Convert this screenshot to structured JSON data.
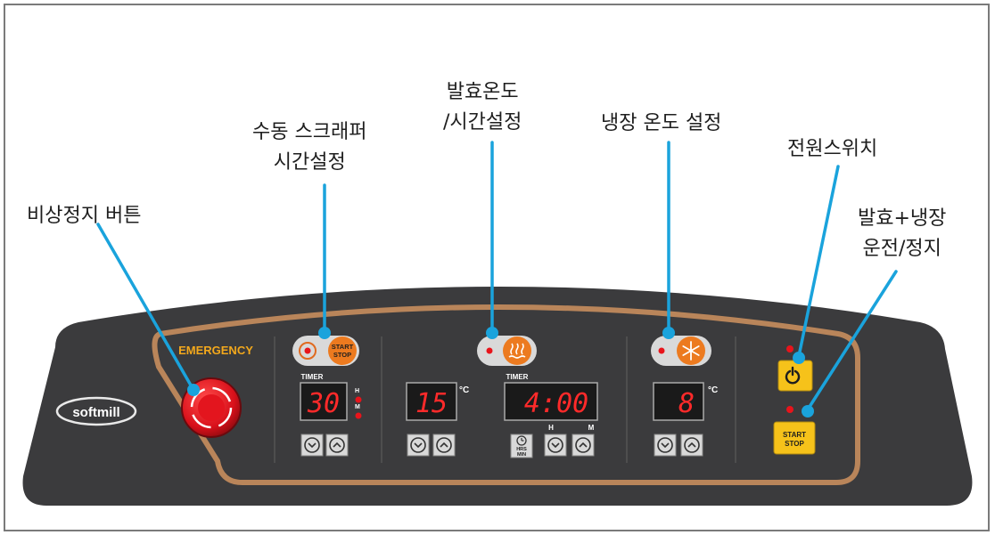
{
  "callouts": {
    "emergency": "비상정지 버튼",
    "scraper_line1": "수동 스크래퍼",
    "scraper_line2": "시간설정",
    "ferment_line1": "발효온도",
    "ferment_line2": "/시간설정",
    "fridge": "냉장 온도 설정",
    "power": "전원스위치",
    "run_line1": "발효+냉장",
    "run_line2": "운전/정지"
  },
  "panel": {
    "brand": "softmill",
    "emergency_label": "EMERGENCY",
    "start_stop_line1": "START",
    "start_stop_line2": "STOP",
    "timer_label": "TIMER",
    "unit_c": "°C",
    "unit_h": "H",
    "unit_m": "M",
    "hrs_line1": "HRS",
    "hrs_line2": "MIN"
  },
  "displays": {
    "scraper_timer": "30",
    "ferment_temp": "15",
    "ferment_timer": "4:00",
    "fridge_temp": "8"
  },
  "icons": {
    "scraper": "rotate-icon",
    "ferment": "heat-wave-icon",
    "fridge": "snowflake-icon",
    "power": "power-icon",
    "arrow_down": "chevron-down-icon",
    "arrow_up": "chevron-up-icon"
  },
  "colors": {
    "accent_line": "#1aa3dc",
    "panel_body": "#3b3b3d",
    "panel_border": "#b9855a",
    "led_red": "#e8141b",
    "display_red": "#ff2a2a",
    "button_orange": "#ec7a1f",
    "button_yellow": "#f6c21a",
    "emergency_text": "#f3a81c"
  }
}
